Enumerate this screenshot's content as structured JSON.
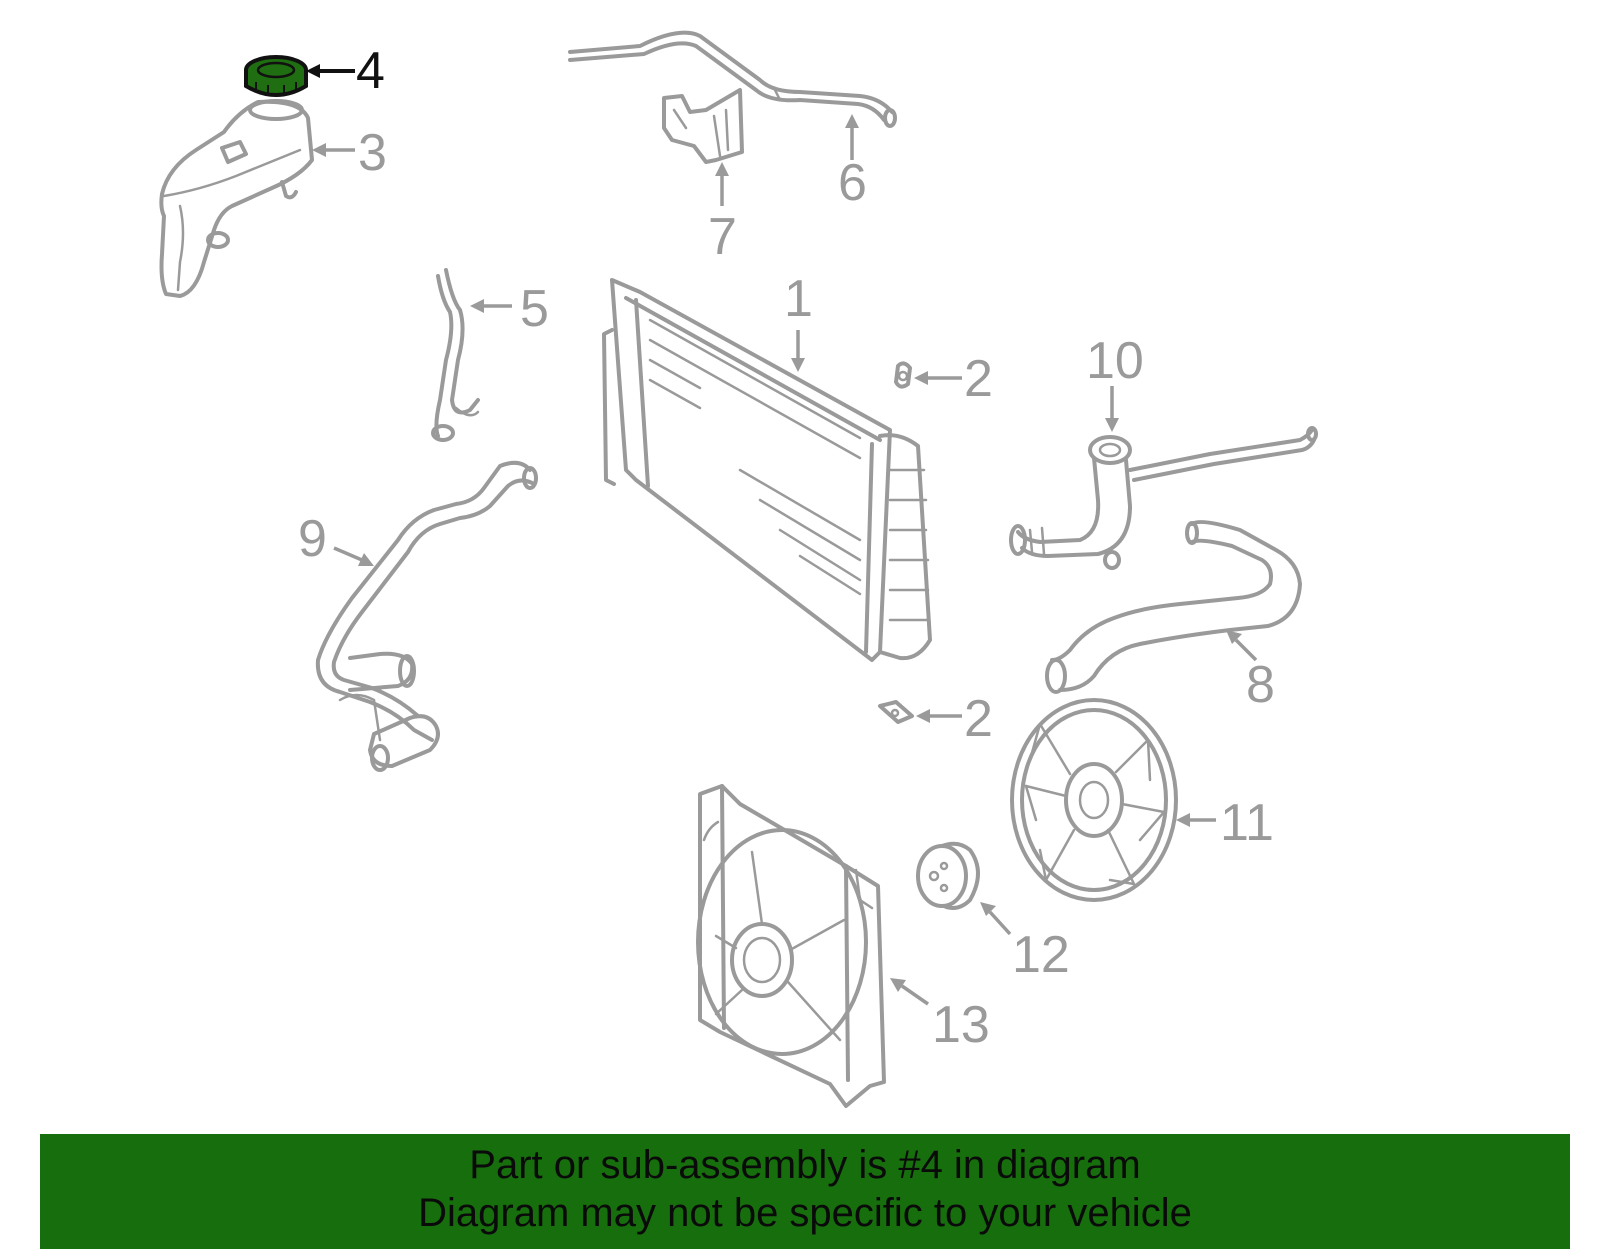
{
  "highlight_color": "#1f6e11",
  "banner": {
    "background": "#176e0d",
    "line1": "Part or sub-assembly is #4 in diagram",
    "line2": "Diagram may not be specific to your vehicle"
  },
  "callouts": {
    "c1": "1",
    "c2a": "2",
    "c2b": "2",
    "c3": "3",
    "c4": "4",
    "c5": "5",
    "c6": "6",
    "c7": "7",
    "c8": "8",
    "c9": "9",
    "c10": "10",
    "c11": "11",
    "c12": "12",
    "c13": "13"
  },
  "highlighted_part": "4"
}
